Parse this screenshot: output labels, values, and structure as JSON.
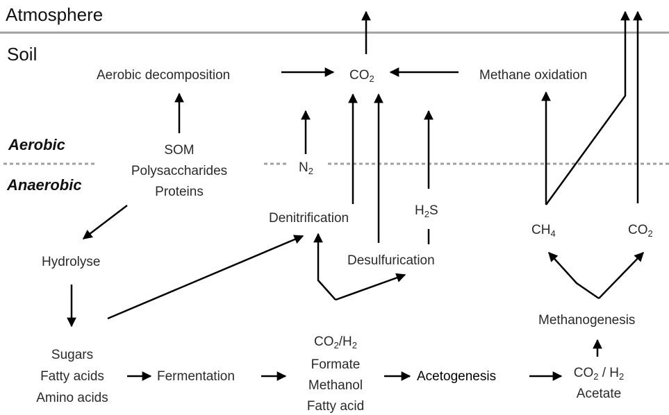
{
  "zones": {
    "atmosphere": "Atmosphere",
    "soil": "Soil",
    "aerobic": "Aerobic",
    "anaerobic": "Anaerobic"
  },
  "nodes": {
    "aerobic_decomposition": "Aerobic decomposition",
    "co2_top": {
      "base": "CO",
      "sub": "2"
    },
    "methane_oxidation": "Methane oxidation",
    "som": [
      "SOM",
      "Polysaccharides",
      "Proteins"
    ],
    "n2": {
      "base": "N",
      "sub": "2"
    },
    "denitrification": "Denitrification",
    "h2s": {
      "base": "H",
      "sub": "2",
      "suffix": "S"
    },
    "desulfurication": "Desulfurication",
    "ch4": {
      "base": "CH",
      "sub": "4"
    },
    "co2_right": {
      "base": "CO",
      "sub": "2"
    },
    "hydrolyse": "Hydrolyse",
    "sugars": [
      "Sugars",
      "Fatty acids",
      "Amino acids"
    ],
    "fermentation": "Fermentation",
    "fermentation_products": {
      "line1": {
        "base": "CO",
        "sub": "2",
        "suffix": "/H",
        "sub2": "2"
      },
      "line2": "Formate",
      "line3": "Methanol",
      "line4": "Fatty acid"
    },
    "acetogenesis": "Acetogenesis",
    "acetate": {
      "line1": {
        "base": "CO",
        "sub": "2",
        "suffix": " / H",
        "sub2": "2"
      },
      "line2": "Acetate"
    },
    "methanogenesis": "Methanogenesis"
  }
}
